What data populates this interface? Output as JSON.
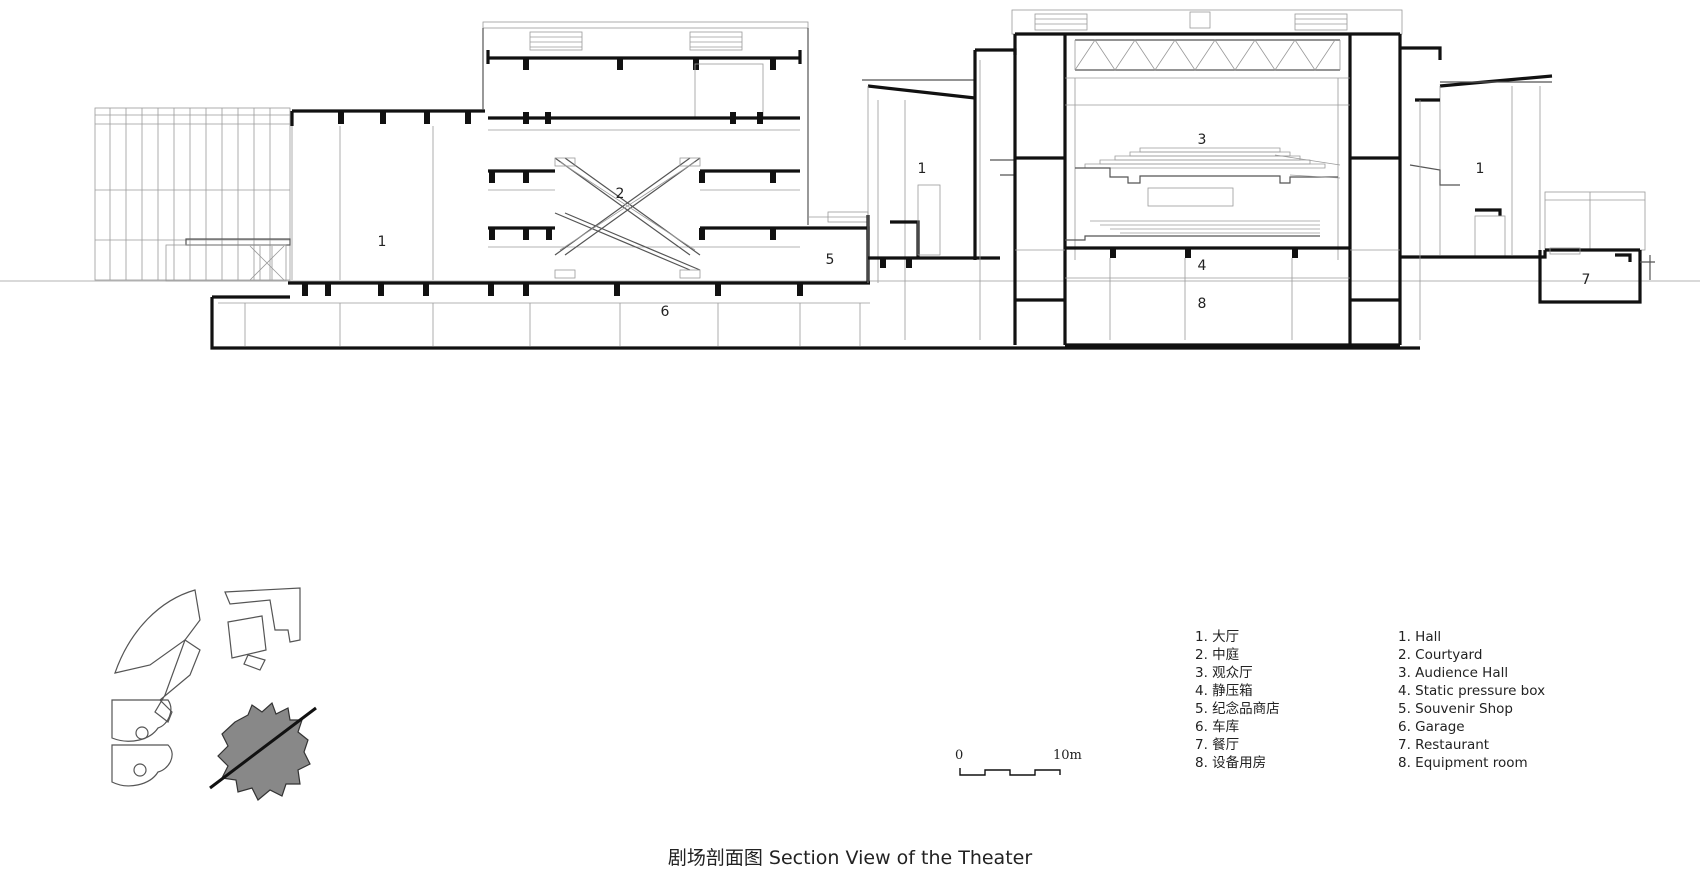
{
  "caption": "剧场剖面图 Section View of the Theater",
  "room_labels": {
    "hall_left": "1",
    "courtyard": "2",
    "audience_hall": "3",
    "static_pressure_box": "4",
    "souvenir_shop": "5",
    "garage": "6",
    "restaurant": "7",
    "equipment_room": "8",
    "hall_mid": "1",
    "hall_right": "1"
  },
  "legend_cn": [
    "1. 大厅",
    "2. 中庭",
    "3. 观众厅",
    "4. 静压箱",
    "5. 纪念品商店",
    "6. 车库",
    "7. 餐厅",
    "8. 设备用房"
  ],
  "legend_en": [
    "1. Hall",
    "2. Courtyard",
    "3. Audience Hall",
    "4. Static pressure box",
    "5. Souvenir Shop",
    "6. Garage",
    "7. Restaurant",
    "8. Equipment room"
  ],
  "scale_bar": {
    "start": "0",
    "end": "10m"
  },
  "colors": {
    "cut_line": "#111111",
    "thin_line": "#9a9a9a",
    "key_plan_fill": "#888888"
  }
}
